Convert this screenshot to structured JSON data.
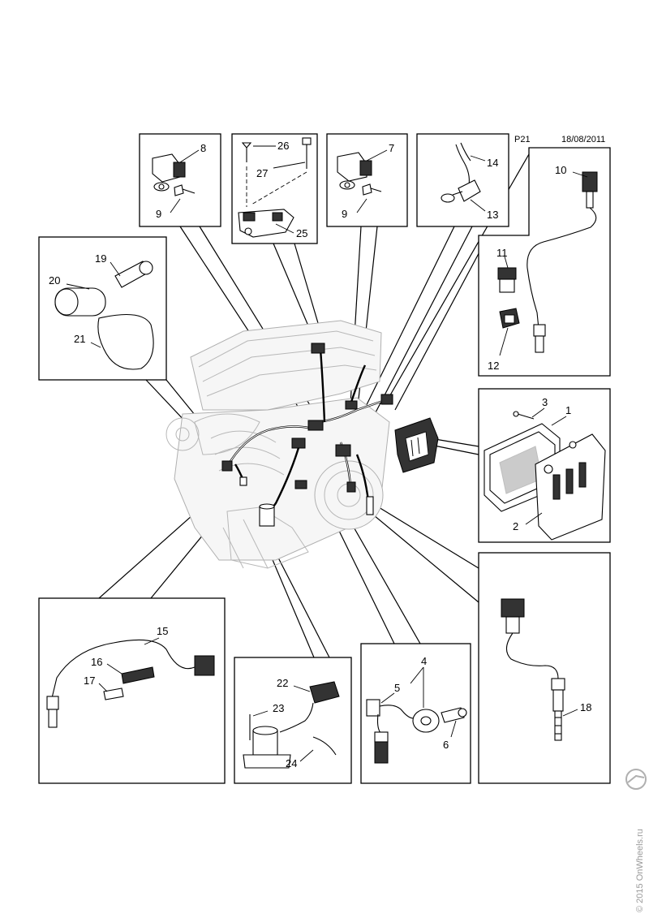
{
  "header": {
    "page_code": "P21",
    "date": "18/08/2011"
  },
  "watermark": {
    "text": "© 2015 OnWheels.ru"
  },
  "callouts": {
    "c1": "1",
    "c2": "2",
    "c3": "3",
    "c4": "4",
    "c5": "5",
    "c6": "6",
    "c7": "7",
    "c8": "8",
    "c9a": "9",
    "c9b": "9",
    "c10": "10",
    "c11": "11",
    "c12": "12",
    "c13": "13",
    "c14": "14",
    "c15": "15",
    "c16": "16",
    "c17": "17",
    "c18": "18",
    "c19": "19",
    "c20": "20",
    "c21": "21",
    "c22": "22",
    "c23": "23",
    "c24": "24",
    "c25": "25",
    "c26": "26",
    "c27": "27"
  },
  "colors": {
    "line": "#000000",
    "engine_ghost": "#b8b8b8",
    "watermark": "#9a9a9a"
  }
}
